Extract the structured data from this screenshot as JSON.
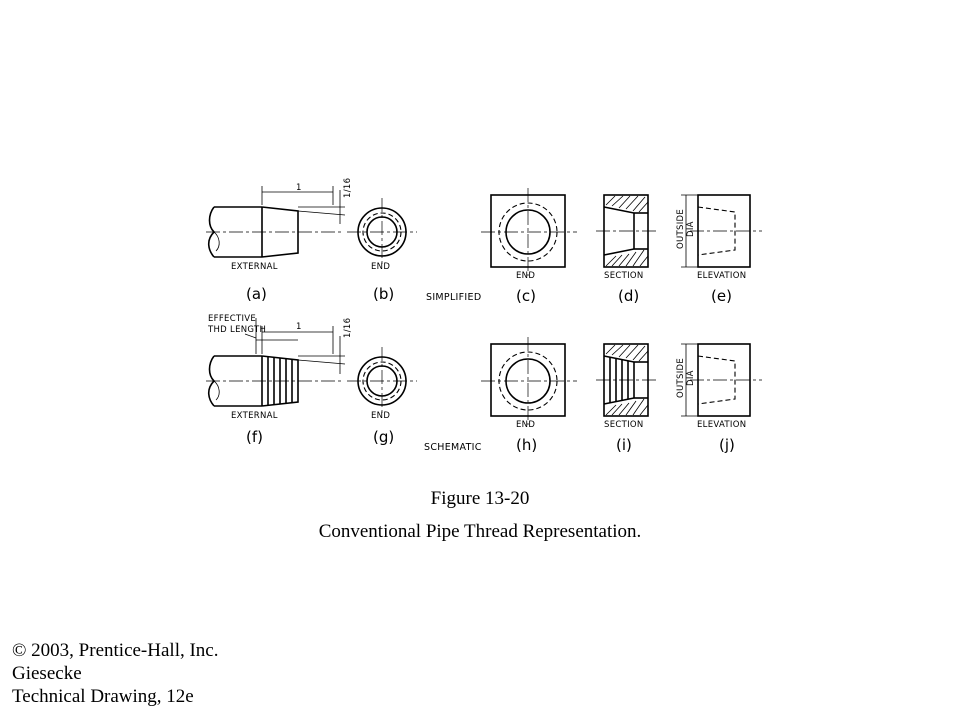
{
  "figure": {
    "number": "Figure 13-20",
    "title": "Conventional Pipe Thread Representation."
  },
  "credits": {
    "copyright": "© 2003, Prentice-Hall, Inc.",
    "author": "Giesecke",
    "book": "Technical Drawing, 12e"
  },
  "rows": {
    "simplified": "SIMPLIFIED",
    "schematic": "SCHEMATIC"
  },
  "view_labels": {
    "external": "EXTERNAL",
    "end": "END",
    "section": "SECTION",
    "elevation": "ELEVATION",
    "outside_dia_1": "OUTSIDE",
    "outside_dia_2": "DIA",
    "effective_1": "EFFECTIVE",
    "effective_2": "THD LENGTH",
    "dim_one": "1",
    "dim_frac": "1/16"
  },
  "panels": {
    "a": "(a)",
    "b": "(b)",
    "c": "(c)",
    "d": "(d)",
    "e": "(e)",
    "f": "(f)",
    "g": "(g)",
    "h": "(h)",
    "i": "(i)",
    "j": "(j)"
  }
}
